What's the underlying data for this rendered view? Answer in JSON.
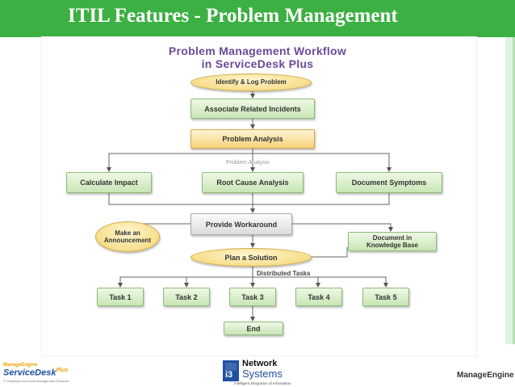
{
  "slide": {
    "title": "ITIL Features - Problem Management",
    "colors": {
      "title_bar": "#3cb043",
      "title_text": "#ffffff"
    }
  },
  "workflow": {
    "title_line1": "Problem Management Workflow",
    "title_line2": "in ServiceDesk Plus",
    "title_color": "#6a4a9a",
    "nodes": {
      "identify": "Identify & Log Problem",
      "associate": "Associate Related Incidents",
      "analysis": "Problem Analysis",
      "calculate": "Calculate Impact",
      "root_cause": "Root Cause Analysis",
      "document_symptoms": "Document Symptoms",
      "announcement": "Make an Announcement",
      "workaround": "Provide Workaround",
      "knowledge_base": "Document in Knowledge Base",
      "plan": "Plan a Solution",
      "task1": "Task 1",
      "task2": "Task 2",
      "task3": "Task 3",
      "task4": "Task 4",
      "task5": "Task 5",
      "end": "End"
    },
    "labels": {
      "analysis_branch": "Problem Analysis",
      "distributed": "Distributed Tasks"
    }
  },
  "footer": {
    "left_logo": {
      "brand": "ManageEngine",
      "product": "ServiceDesk",
      "suffix": "Plus",
      "tagline": "IT Helpdesk and Asset Management Software"
    },
    "center_logo": {
      "mark": "i3",
      "line1": "Network",
      "line2": "Systems",
      "tagline": "Intelligent Integration of Information"
    },
    "right_logo": {
      "brand": "ManageEngine"
    }
  }
}
